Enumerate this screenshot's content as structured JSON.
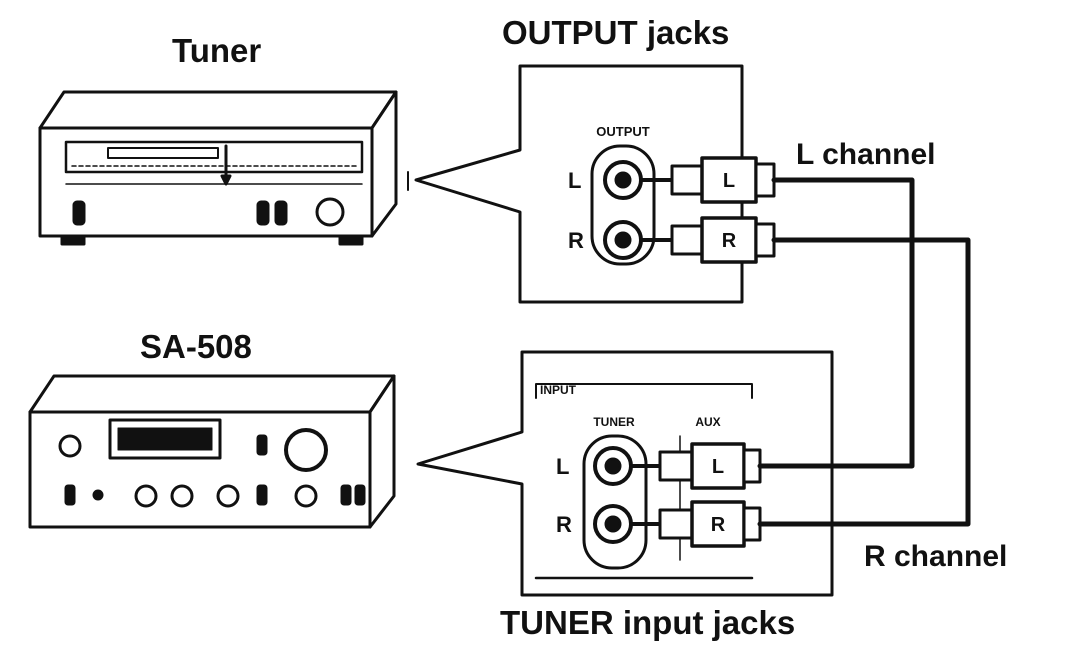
{
  "labels": {
    "tuner": "Tuner",
    "amplifier_model": "SA-508",
    "output_jacks": "OUTPUT jacks",
    "tuner_input_jacks": "TUNER input jacks",
    "l_channel": "L channel",
    "r_channel": "R channel"
  },
  "output_panel": {
    "heading": "OUTPUT",
    "left": "L",
    "right": "R",
    "plug_left": "L",
    "plug_right": "R"
  },
  "input_panel": {
    "heading": "INPUT",
    "tuner": "TUNER",
    "aux": "AUX",
    "left": "L",
    "right": "R",
    "plug_left": "L",
    "plug_right": "R"
  },
  "colors": {
    "ink": "#111111",
    "background": "#ffffff"
  }
}
